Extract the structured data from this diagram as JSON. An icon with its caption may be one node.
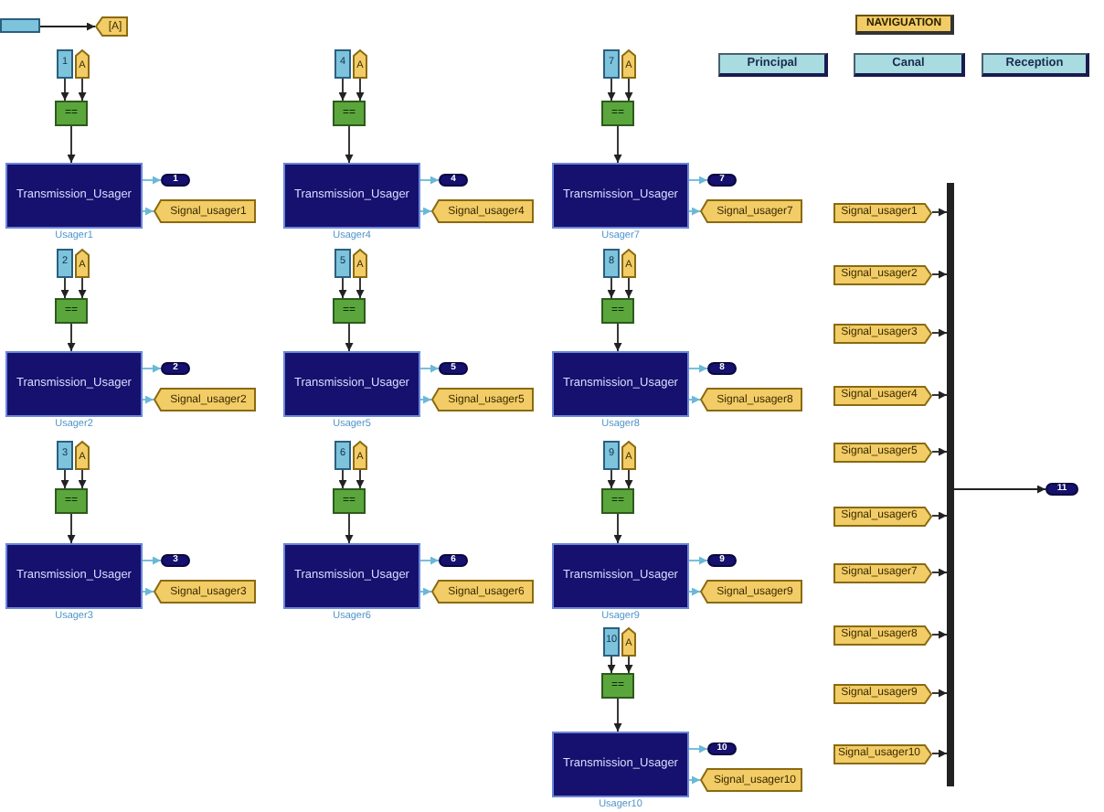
{
  "diagram": {
    "nodes": [
      {
        "text": [],
        "shape": "box"
      },
      {
        "text": [
          "[A]"
        ]
      },
      {
        "text": [
          "NAVIGUATION"
        ]
      },
      {
        "text": [
          "Principal"
        ]
      },
      {
        "text": [
          "Canal"
        ]
      },
      {
        "text": [
          "Reception"
        ]
      },
      {
        "text": [
          "1"
        ]
      },
      {
        "text": [
          "A"
        ]
      },
      {
        "text": [
          "=="
        ]
      },
      {
        "text": [
          "Transmission_Usager"
        ],
        "beside": [
          "Usager1"
        ]
      },
      {
        "text": [
          "1"
        ]
      },
      {
        "text": [
          "Signal_usager1"
        ]
      },
      {
        "text": [
          "2"
        ]
      },
      {
        "text": [
          "A"
        ]
      },
      {
        "text": [
          "=="
        ]
      },
      {
        "text": [
          "Transmission_Usager"
        ],
        "beside": [
          "Usager2"
        ]
      },
      {
        "text": [
          "2"
        ]
      },
      {
        "text": [
          "Signal_usager2"
        ]
      },
      {
        "text": [
          "3"
        ]
      },
      {
        "text": [
          "A"
        ]
      },
      {
        "text": [
          "=="
        ]
      },
      {
        "text": [
          "Transmission_Usager"
        ],
        "beside": [
          "Usager3"
        ]
      },
      {
        "text": [
          "3"
        ]
      },
      {
        "text": [
          "Signal_usager3"
        ]
      },
      {
        "text": [
          "4"
        ]
      },
      {
        "text": [
          "A"
        ]
      },
      {
        "text": [
          "=="
        ]
      },
      {
        "text": [
          "Transmission_Usager"
        ],
        "beside": [
          "Usager4"
        ]
      },
      {
        "text": [
          "4"
        ]
      },
      {
        "text": [
          "Signal_usager4"
        ]
      },
      {
        "text": [
          "5"
        ]
      },
      {
        "text": [
          "A"
        ]
      },
      {
        "text": [
          "=="
        ]
      },
      {
        "text": [
          "Transmission_Usager"
        ],
        "beside": [
          "Usager5"
        ]
      },
      {
        "text": [
          "5"
        ]
      },
      {
        "text": [
          "Signal_usager5"
        ]
      },
      {
        "text": [
          "6"
        ]
      },
      {
        "text": [
          "A"
        ]
      },
      {
        "text": [
          "=="
        ]
      },
      {
        "text": [
          "Transmission_Usager"
        ],
        "beside": [
          "Usager6"
        ]
      },
      {
        "text": [
          "6"
        ]
      },
      {
        "text": [
          "Signal_usager6"
        ]
      },
      {
        "text": [
          "7"
        ]
      },
      {
        "text": [
          "A"
        ]
      },
      {
        "text": [
          "=="
        ]
      },
      {
        "text": [
          "Transmission_Usager"
        ],
        "beside": [
          "Usager7"
        ]
      },
      {
        "text": [
          "7"
        ]
      },
      {
        "text": [
          "Signal_usager7"
        ]
      },
      {
        "text": [
          "8"
        ]
      },
      {
        "text": [
          "A"
        ]
      },
      {
        "text": [
          "=="
        ]
      },
      {
        "text": [
          "Transmission_Usager"
        ],
        "beside": [
          "Usager8"
        ]
      },
      {
        "text": [
          "8"
        ]
      },
      {
        "text": [
          "Signal_usager8"
        ]
      },
      {
        "text": [
          "9"
        ]
      },
      {
        "text": [
          "A"
        ]
      },
      {
        "text": [
          "=="
        ]
      },
      {
        "text": [
          "Transmission_Usager"
        ],
        "beside": [
          "Usager9"
        ]
      },
      {
        "text": [
          "9"
        ]
      },
      {
        "text": [
          "Signal_usager9"
        ]
      },
      {
        "text": [
          "10"
        ]
      },
      {
        "text": [
          "A"
        ]
      },
      {
        "text": [
          "=="
        ]
      },
      {
        "text": [
          "Transmission_Usager"
        ],
        "beside": [
          "Usager10"
        ]
      },
      {
        "text": [
          "10"
        ]
      },
      {
        "text": [
          "Signal_usager10"
        ]
      },
      {
        "text": [
          "Signal_usager1"
        ]
      },
      {
        "text": [
          "Signal_usager2"
        ]
      },
      {
        "text": [
          "Signal_usager3"
        ]
      },
      {
        "text": [
          "Signal_usager4"
        ]
      },
      {
        "text": [
          "Signal_usager5"
        ]
      },
      {
        "text": [
          "Signal_usager6"
        ]
      },
      {
        "text": [
          "Signal_usager7"
        ]
      },
      {
        "text": [
          "Signal_usager8"
        ]
      },
      {
        "text": [
          "Signal_usager9"
        ]
      },
      {
        "text": [
          "Signal_usager10"
        ]
      },
      {
        "text": [],
        "shape": "bar"
      },
      {
        "text": [
          "11"
        ]
      }
    ],
    "edges": [
      {
        "from": 0,
        "to": 1,
        "arrow": "to"
      },
      {
        "from": 6,
        "to": 8,
        "arrow": "to"
      },
      {
        "from": 7,
        "to": 8,
        "arrow": "to"
      },
      {
        "from": 8,
        "to": 9,
        "arrow": "to"
      },
      {
        "from": 9,
        "to": 10,
        "arrow": "to",
        "color": "#6ab8d8"
      },
      {
        "from": 9,
        "to": 11,
        "arrow": "to",
        "color": "#6ab8d8"
      },
      {
        "from": 12,
        "to": 14,
        "arrow": "to"
      },
      {
        "from": 13,
        "to": 14,
        "arrow": "to"
      },
      {
        "from": 14,
        "to": 15,
        "arrow": "to"
      },
      {
        "from": 15,
        "to": 16,
        "arrow": "to",
        "color": "#6ab8d8"
      },
      {
        "from": 15,
        "to": 17,
        "arrow": "to",
        "color": "#6ab8d8"
      },
      {
        "from": 18,
        "to": 20,
        "arrow": "to"
      },
      {
        "from": 19,
        "to": 20,
        "arrow": "to"
      },
      {
        "from": 20,
        "to": 21,
        "arrow": "to"
      },
      {
        "from": 21,
        "to": 22,
        "arrow": "to",
        "color": "#6ab8d8"
      },
      {
        "from": 21,
        "to": 23,
        "arrow": "to",
        "color": "#6ab8d8"
      },
      {
        "from": 24,
        "to": 26,
        "arrow": "to"
      },
      {
        "from": 25,
        "to": 26,
        "arrow": "to"
      },
      {
        "from": 26,
        "to": 27,
        "arrow": "to"
      },
      {
        "from": 27,
        "to": 28,
        "arrow": "to",
        "color": "#6ab8d8"
      },
      {
        "from": 27,
        "to": 29,
        "arrow": "to",
        "color": "#6ab8d8"
      },
      {
        "from": 30,
        "to": 32,
        "arrow": "to"
      },
      {
        "from": 31,
        "to": 32,
        "arrow": "to"
      },
      {
        "from": 32,
        "to": 33,
        "arrow": "to"
      },
      {
        "from": 33,
        "to": 34,
        "arrow": "to",
        "color": "#6ab8d8"
      },
      {
        "from": 33,
        "to": 35,
        "arrow": "to",
        "color": "#6ab8d8"
      },
      {
        "from": 36,
        "to": 38,
        "arrow": "to"
      },
      {
        "from": 37,
        "to": 38,
        "arrow": "to"
      },
      {
        "from": 38,
        "to": 39,
        "arrow": "to"
      },
      {
        "from": 39,
        "to": 40,
        "arrow": "to",
        "color": "#6ab8d8"
      },
      {
        "from": 39,
        "to": 41,
        "arrow": "to",
        "color": "#6ab8d8"
      },
      {
        "from": 42,
        "to": 44,
        "arrow": "to"
      },
      {
        "from": 43,
        "to": 44,
        "arrow": "to"
      },
      {
        "from": 44,
        "to": 45,
        "arrow": "to"
      },
      {
        "from": 45,
        "to": 46,
        "arrow": "to",
        "color": "#6ab8d8"
      },
      {
        "from": 45,
        "to": 47,
        "arrow": "to",
        "color": "#6ab8d8"
      },
      {
        "from": 48,
        "to": 50,
        "arrow": "to"
      },
      {
        "from": 49,
        "to": 50,
        "arrow": "to"
      },
      {
        "from": 50,
        "to": 51,
        "arrow": "to"
      },
      {
        "from": 51,
        "to": 52,
        "arrow": "to",
        "color": "#6ab8d8"
      },
      {
        "from": 51,
        "to": 53,
        "arrow": "to",
        "color": "#6ab8d8"
      },
      {
        "from": 54,
        "to": 56,
        "arrow": "to"
      },
      {
        "from": 55,
        "to": 56,
        "arrow": "to"
      },
      {
        "from": 56,
        "to": 57,
        "arrow": "to"
      },
      {
        "from": 57,
        "to": 58,
        "arrow": "to",
        "color": "#6ab8d8"
      },
      {
        "from": 57,
        "to": 59,
        "arrow": "to",
        "color": "#6ab8d8"
      },
      {
        "from": 60,
        "to": 62,
        "arrow": "to"
      },
      {
        "from": 61,
        "to": 62,
        "arrow": "to"
      },
      {
        "from": 62,
        "to": 63,
        "arrow": "to"
      },
      {
        "from": 63,
        "to": 64,
        "arrow": "to",
        "color": "#6ab8d8"
      },
      {
        "from": 63,
        "to": 65,
        "arrow": "to",
        "color": "#6ab8d8"
      },
      {
        "from": 66,
        "to": 76,
        "arrow": "to"
      },
      {
        "from": 67,
        "to": 76,
        "arrow": "to"
      },
      {
        "from": 68,
        "to": 76,
        "arrow": "to"
      },
      {
        "from": 69,
        "to": 76,
        "arrow": "to"
      },
      {
        "from": 70,
        "to": 76,
        "arrow": "to"
      },
      {
        "from": 71,
        "to": 76,
        "arrow": "to"
      },
      {
        "from": 72,
        "to": 76,
        "arrow": "to"
      },
      {
        "from": 73,
        "to": 76,
        "arrow": "to"
      },
      {
        "from": 74,
        "to": 76,
        "arrow": "to"
      },
      {
        "from": 75,
        "to": 76,
        "arrow": "to"
      },
      {
        "from": 76,
        "to": 77,
        "arrow": "to"
      }
    ]
  }
}
